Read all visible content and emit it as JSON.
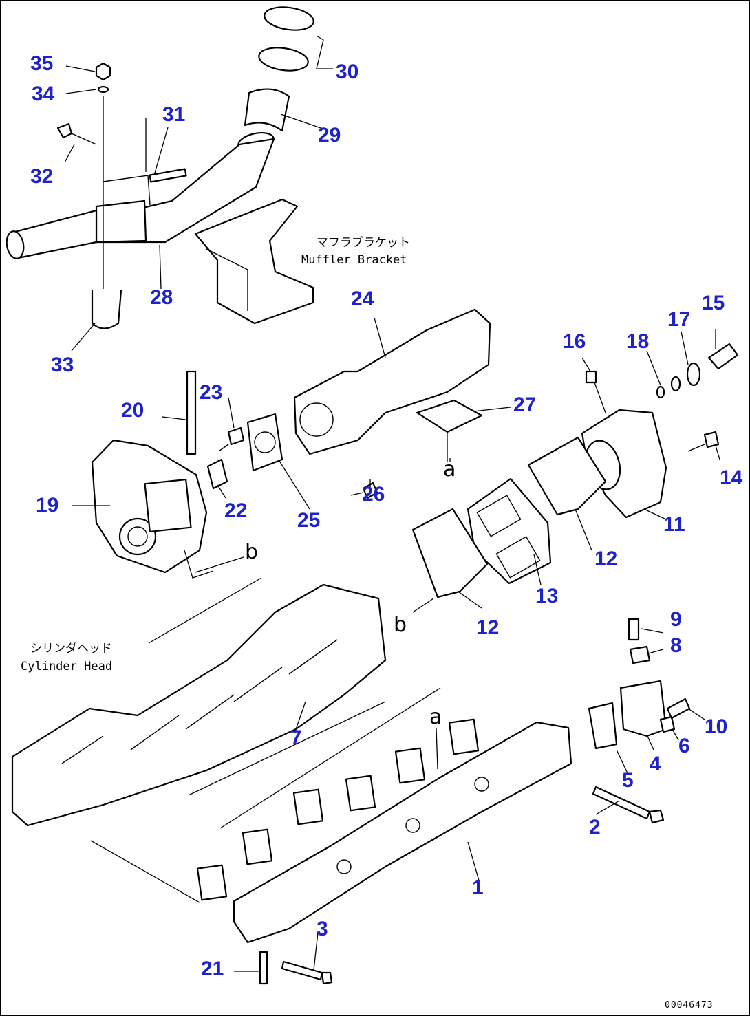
{
  "captions": {
    "muffler_bracket_jp": "マフラブラケット",
    "muffler_bracket_en": "Muffler Bracket",
    "cylinder_head_jp": "シリンダヘッド",
    "cylinder_head_en": "Cylinder Head"
  },
  "view_markers": {
    "a": "a",
    "b": "b"
  },
  "drawing_code": "00046473",
  "callouts": [
    "1",
    "2",
    "3",
    "4",
    "5",
    "6",
    "7",
    "8",
    "9",
    "10",
    "11",
    "12",
    "13",
    "14",
    "15",
    "16",
    "17",
    "18",
    "19",
    "20",
    "21",
    "22",
    "23",
    "24",
    "25",
    "26",
    "27",
    "28",
    "29",
    "30",
    "31",
    "32",
    "33",
    "34",
    "35"
  ],
  "callout_color": "#1f22c8"
}
